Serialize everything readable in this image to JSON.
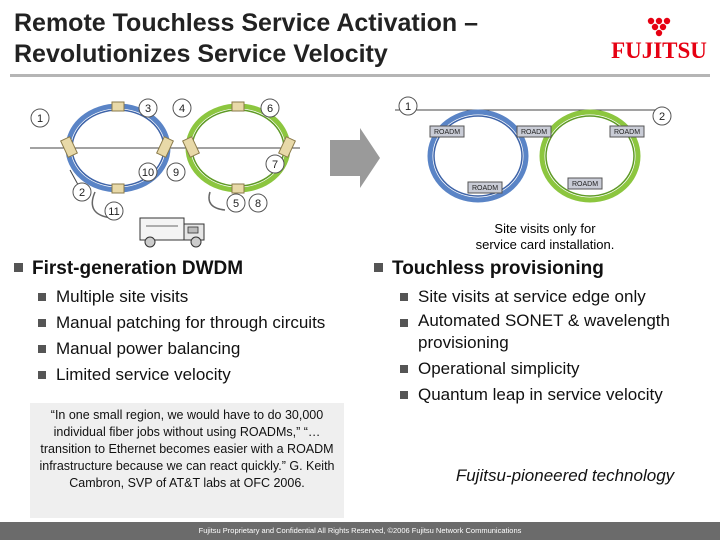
{
  "title": {
    "line1": "Remote Touchless Service Activation –",
    "line2": "Revolutionizes Service Velocity"
  },
  "logo": {
    "text": "FUJITSU"
  },
  "left_diagram": {
    "node_labels": [
      "1",
      "2",
      "3",
      "4",
      "6",
      "7",
      "8",
      "9",
      "10",
      "11"
    ]
  },
  "right_diagram": {
    "node_labels": [
      "1",
      "2"
    ],
    "roadm_label": "ROADM"
  },
  "caption": {
    "line1": "Site visits only for",
    "line2": "service card installation."
  },
  "left_column": {
    "heading": "First-generation DWDM",
    "items": [
      "Multiple site visits",
      "Manual patching for through circuits",
      "Manual power balancing",
      "Limited service velocity"
    ]
  },
  "right_column": {
    "heading": "Touchless provisioning",
    "items": [
      "Site visits at service edge only",
      "Automated SONET & wavelength provisioning",
      "Operational simplicity",
      "Quantum leap in service velocity"
    ]
  },
  "quote": "“In one small region, we would have to do 30,000 individual fiber jobs without using ROADMs,” “… transition to Ethernet becomes easier with a ROADM infrastructure because we can react quickly.”  G. Keith Cambron, SVP of AT&T labs at OFC 2006.",
  "tagline": "Fujitsu-pioneered technology",
  "footer": "Fujitsu Proprietary and Confidential All Rights Reserved, ©2006 Fujitsu Network Communications",
  "colors": {
    "ring_blue": "#5a84c6",
    "ring_green": "#8cc63f",
    "node_fill": "#e8d9a8",
    "roadm_fill": "#c9ccd6",
    "logo_red": "#e60012",
    "arrow_gray": "#9a9a9a"
  }
}
